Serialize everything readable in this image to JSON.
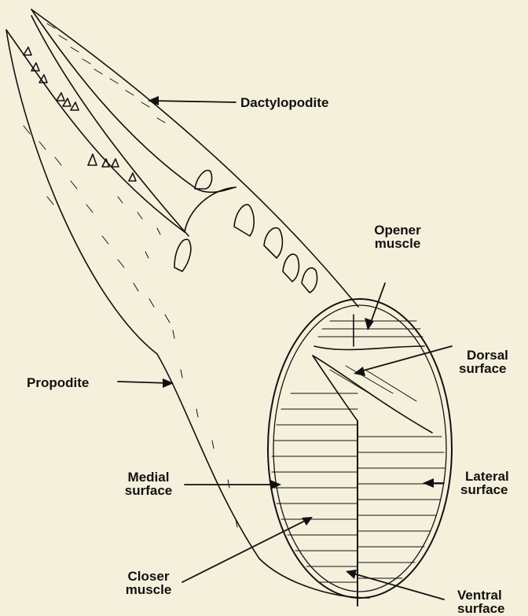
{
  "labels": {
    "dactylopodite": "Dactylopodite",
    "opener_muscle": [
      "Opener",
      "muscle"
    ],
    "dorsal_surface": [
      "Dorsal",
      "surface"
    ],
    "propodite": "Propodite",
    "medial_surface": [
      "Medial",
      "surface"
    ],
    "lateral_surface": [
      "Lateral",
      "surface"
    ],
    "closer_muscle": [
      "Closer",
      "muscle"
    ],
    "ventral_surface": [
      "Ventral",
      "surface"
    ]
  },
  "colors": {
    "background": "#f5f0dc",
    "ink": "#111111"
  }
}
